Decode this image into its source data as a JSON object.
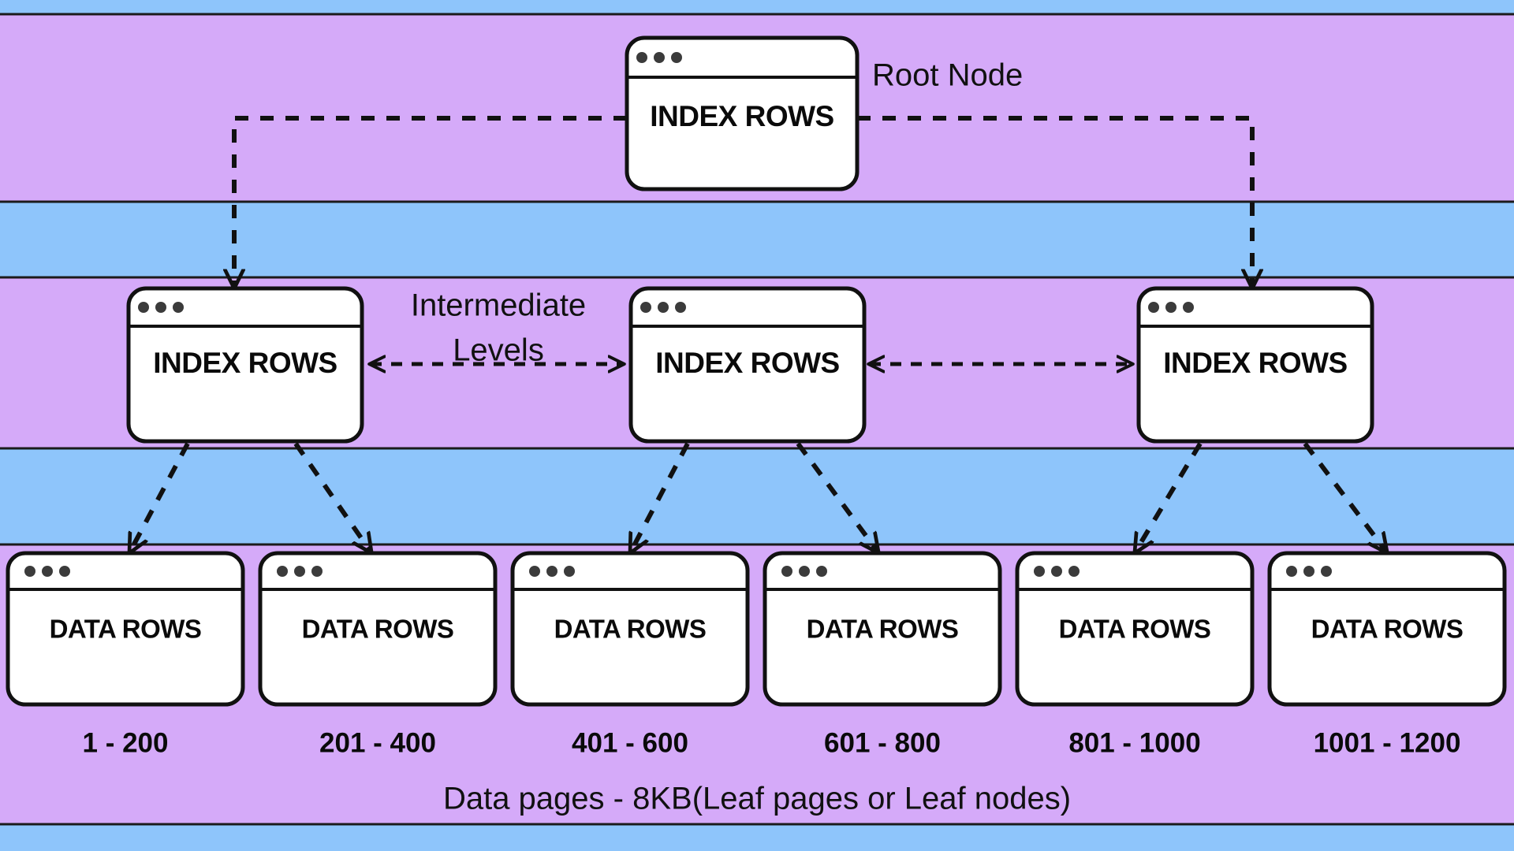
{
  "diagram": {
    "title": "B-Tree index structure",
    "colors": {
      "band_blue": "#8ec5fb",
      "band_purple": "#d5aaf9",
      "outline": "#111111",
      "node_fill": "#ffffff",
      "text": "#0a0a0a"
    },
    "annotations": {
      "root_label": "Root Node",
      "intermediate_line1": "Intermediate",
      "intermediate_line2": "Levels",
      "caption": "Data pages - 8KB(Leaf pages or Leaf nodes)"
    },
    "root": {
      "label": "INDEX ROWS"
    },
    "intermediate": [
      {
        "label": "INDEX ROWS"
      },
      {
        "label": "INDEX ROWS"
      },
      {
        "label": "INDEX ROWS"
      }
    ],
    "leaves": [
      {
        "label": "DATA ROWS",
        "range": "1 - 200"
      },
      {
        "label": "DATA ROWS",
        "range": "201 - 400"
      },
      {
        "label": "DATA ROWS",
        "range": "401 - 600"
      },
      {
        "label": "DATA ROWS",
        "range": "601 - 800"
      },
      {
        "label": "DATA ROWS",
        "range": "801 - 1000"
      },
      {
        "label": "DATA ROWS",
        "range": "1001 - 1200"
      }
    ],
    "icons": {
      "window_dots": "window-dots-icon"
    }
  }
}
